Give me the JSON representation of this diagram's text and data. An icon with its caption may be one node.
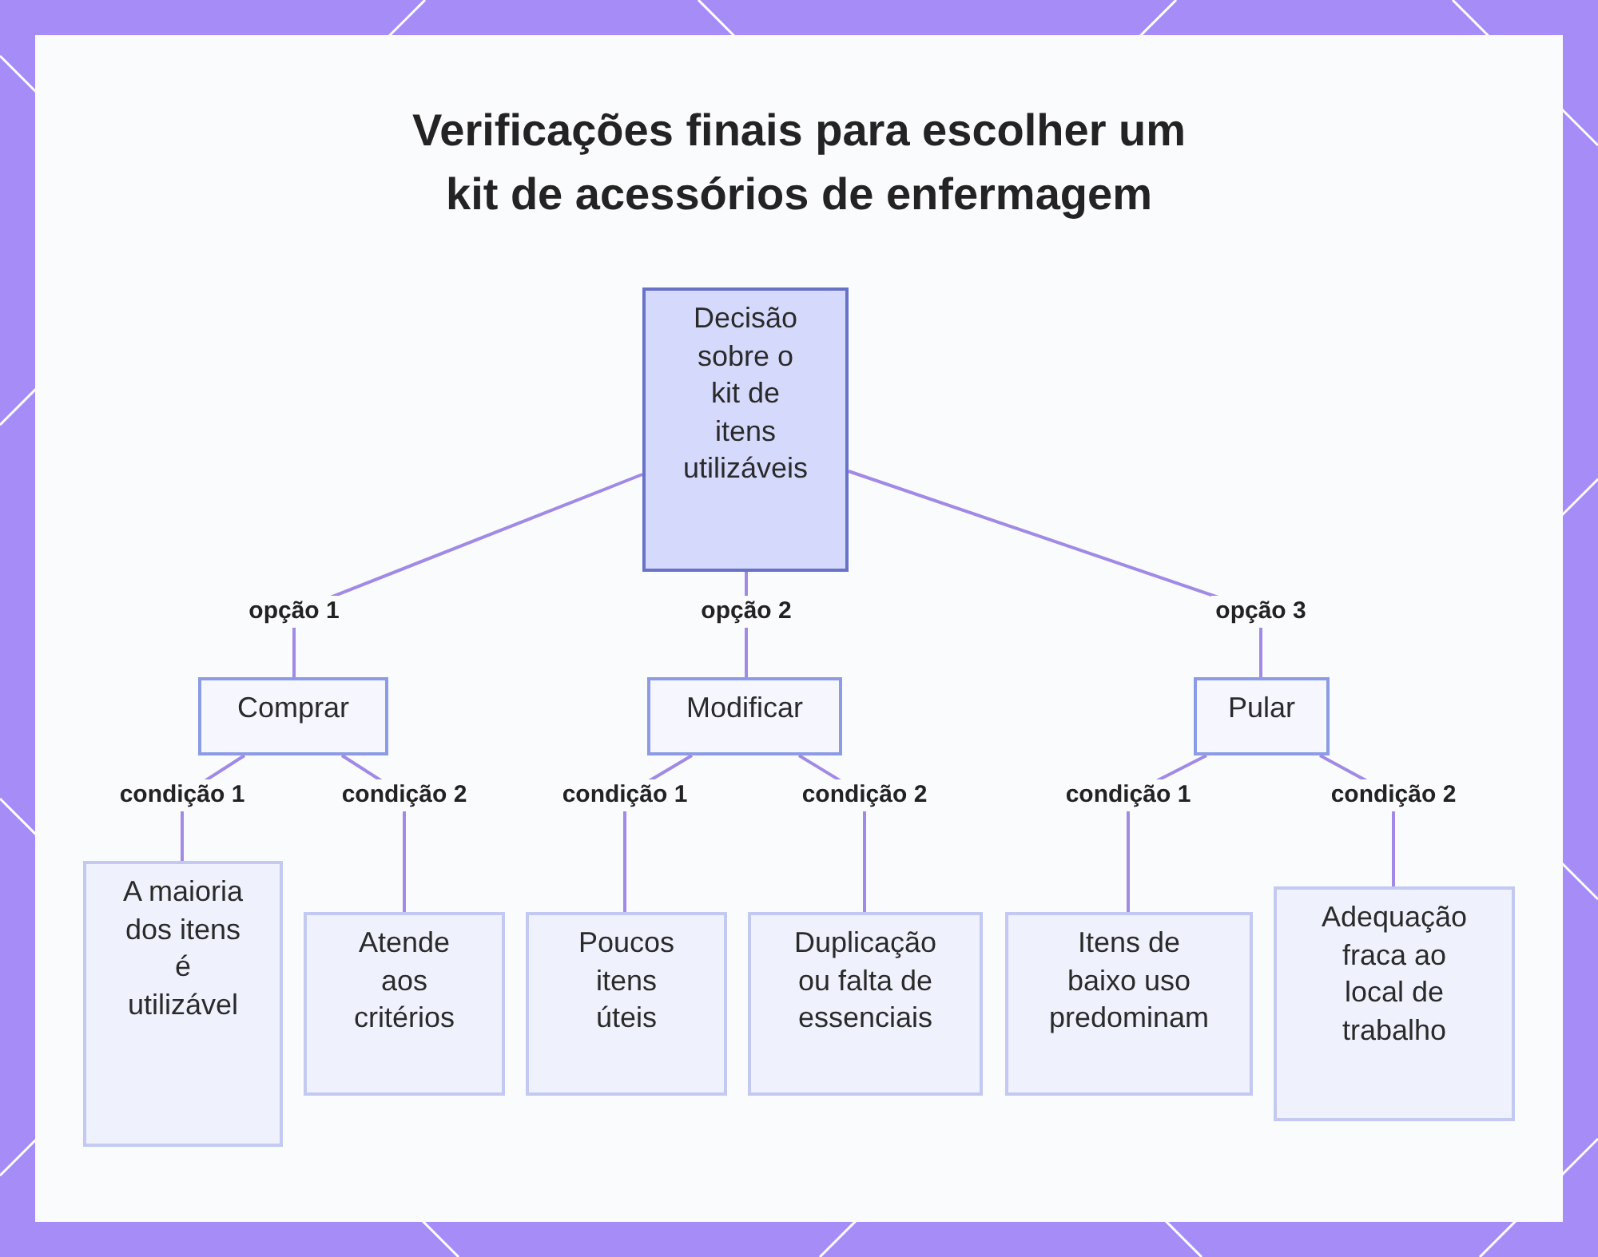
{
  "diagram": {
    "title": "Verificações finais para escolher um kit de acessórios de enfermagem",
    "nodes": [
      {
        "text": [
          "Decisão sobre o kit de itens utilizáveis"
        ]
      },
      {
        "text": [
          "Comprar"
        ]
      },
      {
        "text": [
          "Modificar"
        ]
      },
      {
        "text": [
          "Pular"
        ]
      },
      {
        "text": [
          "A maioria dos itens é utilizável"
        ]
      },
      {
        "text": [
          "Atende aos critérios"
        ]
      },
      {
        "text": [
          "Poucos itens úteis"
        ]
      },
      {
        "text": [
          "Duplicação ou falta de essenciais"
        ]
      },
      {
        "text": [
          "Itens de baixo uso predominam"
        ]
      },
      {
        "text": [
          "Adequação fraca ao local de trabalho"
        ]
      }
    ],
    "edges": [
      {
        "from": 0,
        "to": 1,
        "arrow": "none",
        "label": "opção 1"
      },
      {
        "from": 0,
        "to": 2,
        "arrow": "none",
        "label": "opção 2"
      },
      {
        "from": 0,
        "to": 3,
        "arrow": "none",
        "label": "opção 3"
      },
      {
        "from": 1,
        "to": 4,
        "arrow": "none",
        "label": "condição 1"
      },
      {
        "from": 1,
        "to": 5,
        "arrow": "none",
        "label": "condição 2"
      },
      {
        "from": 2,
        "to": 6,
        "arrow": "none",
        "label": "condição 1"
      },
      {
        "from": 2,
        "to": 7,
        "arrow": "none",
        "label": "condição 2"
      },
      {
        "from": 3,
        "to": 8,
        "arrow": "none",
        "label": "condição 1"
      },
      {
        "from": 3,
        "to": 9,
        "arrow": "none",
        "label": "condição 2"
      }
    ]
  }
}
